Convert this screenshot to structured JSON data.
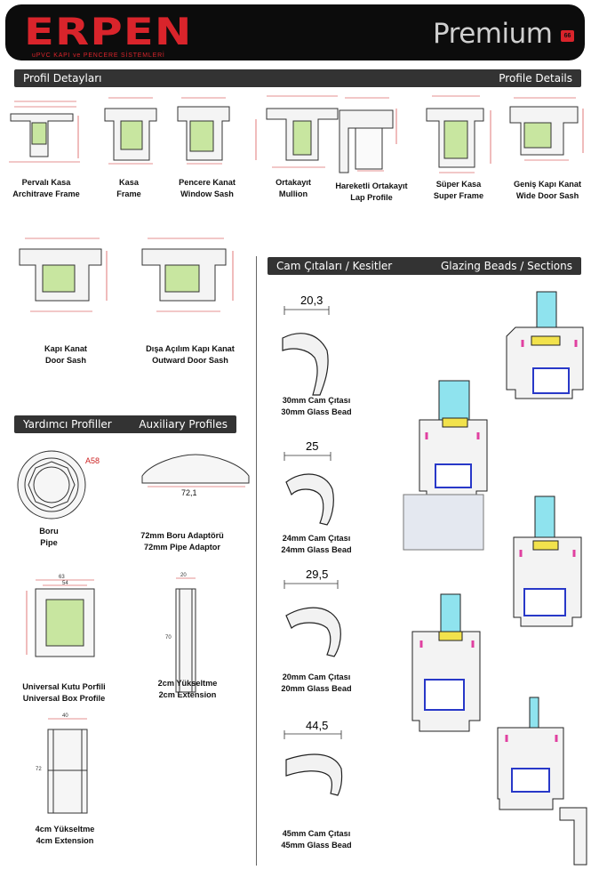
{
  "header": {
    "logo": "ERPEN",
    "logo_sub": "uPVC KAPI ve PENCERE SİSTEMLERİ",
    "brand_line": "Premium",
    "badge": "66"
  },
  "sections": {
    "profile_tr": "Profil Detayları",
    "profile_en": "Profile Details",
    "aux_tr": "Yardımcı Profiller",
    "aux_en": "Auxiliary Profiles",
    "beads_tr": "Cam Çıtaları / Kesitler",
    "beads_en": "Glazing Beads / Sections"
  },
  "profiles": [
    {
      "tr": "Pervalı Kasa",
      "en": "Architrave Frame"
    },
    {
      "tr": "Kasa",
      "en": "Frame"
    },
    {
      "tr": "Pencere Kanat",
      "en": "Window Sash"
    },
    {
      "tr": "Ortakayıt",
      "en": "Mullion"
    },
    {
      "tr": "Hareketli Ortakayıt",
      "en": "Lap Profile"
    },
    {
      "tr": "Süper Kasa",
      "en": "Super Frame"
    },
    {
      "tr": "Geniş Kapı Kanat",
      "en": "Wide Door Sash"
    },
    {
      "tr": "Kapı Kanat",
      "en": "Door Sash"
    },
    {
      "tr": "Dışa Açılım Kapı Kanat",
      "en": "Outward Door Sash"
    }
  ],
  "auxiliary": [
    {
      "tr": "Boru",
      "en": "Pipe"
    },
    {
      "tr": "72mm Boru Adaptörü",
      "en": "72mm Pipe Adaptor"
    },
    {
      "tr": "Universal Kutu Porfili",
      "en": "Universal Box Profile"
    },
    {
      "tr": "2cm Yükseltme",
      "en": "2cm Extension"
    },
    {
      "tr": "4cm Yükseltme",
      "en": "4cm Extension"
    }
  ],
  "aux_dims": {
    "pipe": "A58",
    "adaptor": "72,1",
    "box_w": "63",
    "box_in": "54",
    "ext2_w": "20",
    "ext2_h": "70",
    "ext4_w": "40",
    "ext4_h": "72"
  },
  "beads": [
    {
      "dim": "20,3",
      "tr": "30mm Cam Çıtası",
      "en": "30mm Glass Bead"
    },
    {
      "dim": "25",
      "tr": "24mm Cam Çıtası",
      "en": "24mm Glass Bead"
    },
    {
      "dim": "29,5",
      "tr": "20mm Cam Çıtası",
      "en": "20mm Glass Bead"
    },
    {
      "dim": "44,5",
      "tr": "45mm Cam Çıtası",
      "en": "45mm Glass Bead"
    }
  ],
  "colors": {
    "brand_red": "#d9242b",
    "bar": "#333333",
    "dim_red": "#cc2222",
    "glass_green": "#c8e6a0",
    "gasket": "#e040a0",
    "glass_cyan": "#8fe3ee"
  }
}
